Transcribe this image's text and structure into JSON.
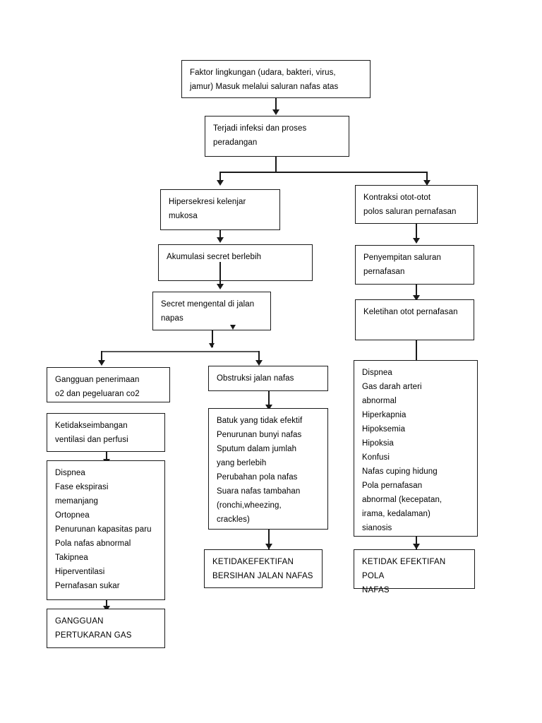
{
  "diagram": {
    "title": "Pathway flowchart - Gangguan pernafasan",
    "line_color": "#1a1a1a",
    "background": "#ffffff",
    "nodes": {
      "n1": "Faktor lingkungan (udara, bakteri, virus,\njamur) Masuk melalui saluran nafas atas",
      "n2": "Terjadi infeksi dan proses\nperadangan",
      "n3": "Hipersekresi kelenjar\nmukosa",
      "n4": "Kontraksi otot-otot\npolos saluran pernafasan",
      "n5": "Akumulasi secret berlebih",
      "n6": "Penyempitan saluran\npernafasan",
      "n7": "Secret mengental di jalan\nnapas",
      "n8": "Keletihan otot pernafasan",
      "n9": "Gangguan penerimaan\no2 dan pegeluaran co2",
      "n10": "Obstruksi jalan nafas",
      "n11": "Dispnea\nGas darah arteri\nabnormal\nHiperkapnia\nHipoksemia\nHipoksia\nKonfusi\nNafas cuping hidung\nPola pernafasan\nabnormal (kecepatan,\nirama, kedalaman)\nsianosis",
      "n12": "Ketidakseimbangan\nventilasi dan perfusi",
      "n13": "Batuk yang tidak efektif\nPenurunan bunyi nafas\nSputum dalam jumlah\nyang berlebih\nPerubahan pola nafas\nSuara nafas tambahan\n(ronchi,wheezing,\ncrackles)",
      "n14": "Dispnea\nFase ekspirasi\nmemanjang\nOrtopnea\nPenurunan kapasitas paru\nPola nafas abnormal\nTakipnea\nHiperventilasi\nPernafasan sukar",
      "n15": "KETIDAKEFEKTIFAN\nBERSIHAN JALAN NAFAS",
      "n16": "KETIDAK EFEKTIFAN POLA\nNAFAS",
      "n17": "GANGGUAN\nPERTUKARAN GAS"
    }
  }
}
